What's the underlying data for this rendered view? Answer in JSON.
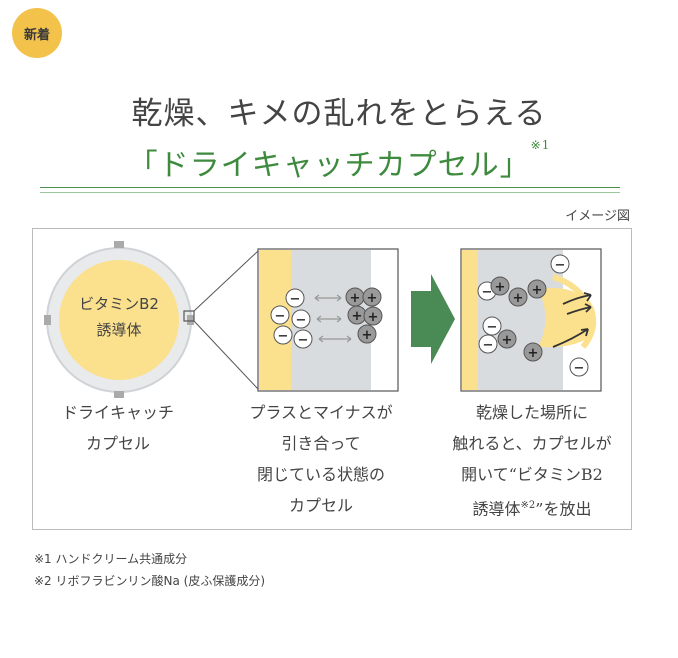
{
  "badge": "新着",
  "title_line1": "乾燥、キメの乱れをとらえる",
  "title_line2": "「ドライキャッチカプセル」",
  "title_sup": "※1",
  "image_note": "イメージ図",
  "capsule_label_line1": "ビタミンB2",
  "capsule_label_line2": "誘導体",
  "captions": {
    "step1": [
      "ドライキャッチ",
      "カプセル"
    ],
    "step2": [
      "プラスとマイナスが",
      "引き合って",
      "閉じている状態の",
      "カプセル"
    ],
    "step3_line1": "乾燥した場所に",
    "step3_line2": "触れると、カプセルが",
    "step3_line3": "開いて“ビタミンB2",
    "step3_line4a": "誘導体",
    "step3_line4_sup": "※2",
    "step3_line4b": "”を放出"
  },
  "footnotes": [
    "※1 ハンドクリーム共通成分",
    "※2 リボフラビンリン酸Na (皮ふ保護成分)"
  ],
  "colors": {
    "badge": "#f3c24a",
    "title_green": "#3e8a3e",
    "capsule_yellow": "#fbe18e",
    "gray_panel": "#d9dcde",
    "arrow_green": "#4a8a55"
  }
}
